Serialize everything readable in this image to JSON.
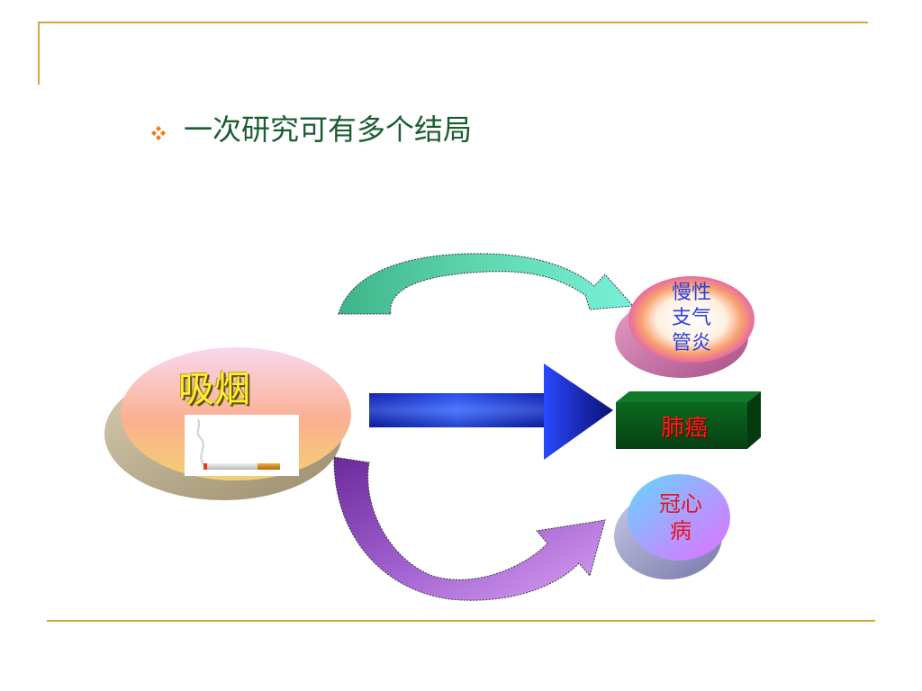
{
  "slide": {
    "bullet_icon": "diamond-four-bullet",
    "bullet_text": "一次研究可有多个结局",
    "accent_color": "#d7a538"
  },
  "diagram": {
    "source": {
      "label": "吸烟",
      "image": "cigarette-icon"
    },
    "outcomes": [
      {
        "id": "bronchitis",
        "label": "慢性支气管炎",
        "color": "#2a3fe0"
      },
      {
        "id": "lung_cancer",
        "label": "肺癌",
        "color": "#ff1a1a"
      },
      {
        "id": "chd",
        "label": "冠心病",
        "color": "#e8141e"
      }
    ],
    "arrows": [
      {
        "from": "source",
        "to": "bronchitis",
        "color": "#5fe0c0"
      },
      {
        "from": "source",
        "to": "lung_cancer",
        "color": "#1a3be0"
      },
      {
        "from": "source",
        "to": "chd",
        "color": "#a050c8"
      }
    ]
  }
}
